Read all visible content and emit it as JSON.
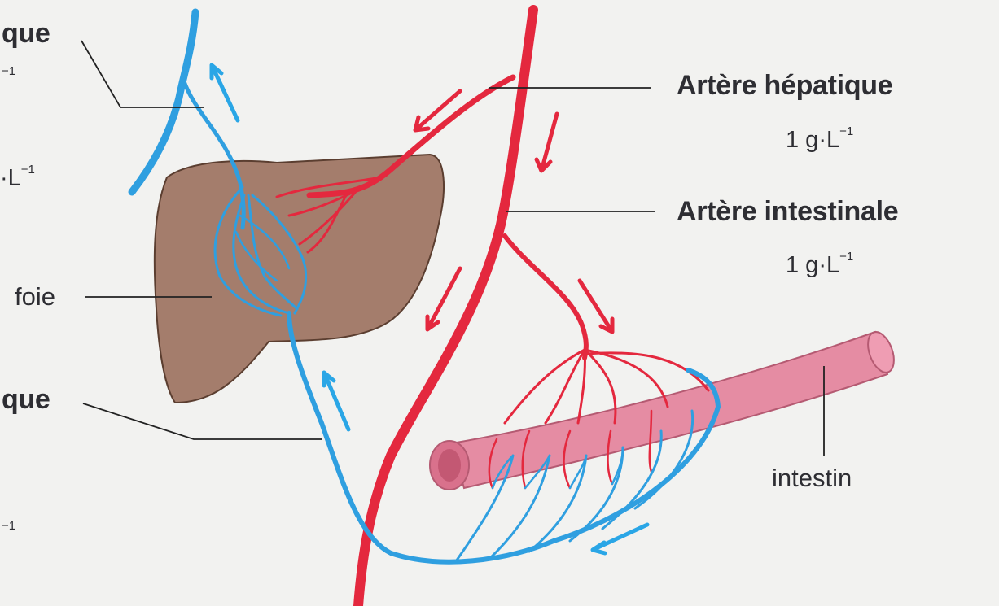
{
  "labels": {
    "hepatic_artery": {
      "name": "Artère hépatique",
      "conc_prefix": "1 g·L",
      "conc_exp": "−1"
    },
    "intestinal_artery": {
      "name": "Artère intestinale",
      "conc_prefix": "1 g·L",
      "conc_exp": "−1"
    },
    "liver": "foie",
    "intestine": "intestin",
    "cut_top_left": "que",
    "cut_top_left_exp": "−1",
    "cut_mid_left_prefix": "·L",
    "cut_mid_left_exp": "−1",
    "cut_portal_vein": "que",
    "cut_bottom_left_exp": "−1"
  },
  "colors": {
    "artery": "#e4283e",
    "vein": "#2f9fe0",
    "liver": "#a47d6c",
    "intestine": "#e58ca3",
    "leader_line": "#222222",
    "arrow_red": "#e4283e",
    "arrow_blue": "#2aa6e6"
  }
}
